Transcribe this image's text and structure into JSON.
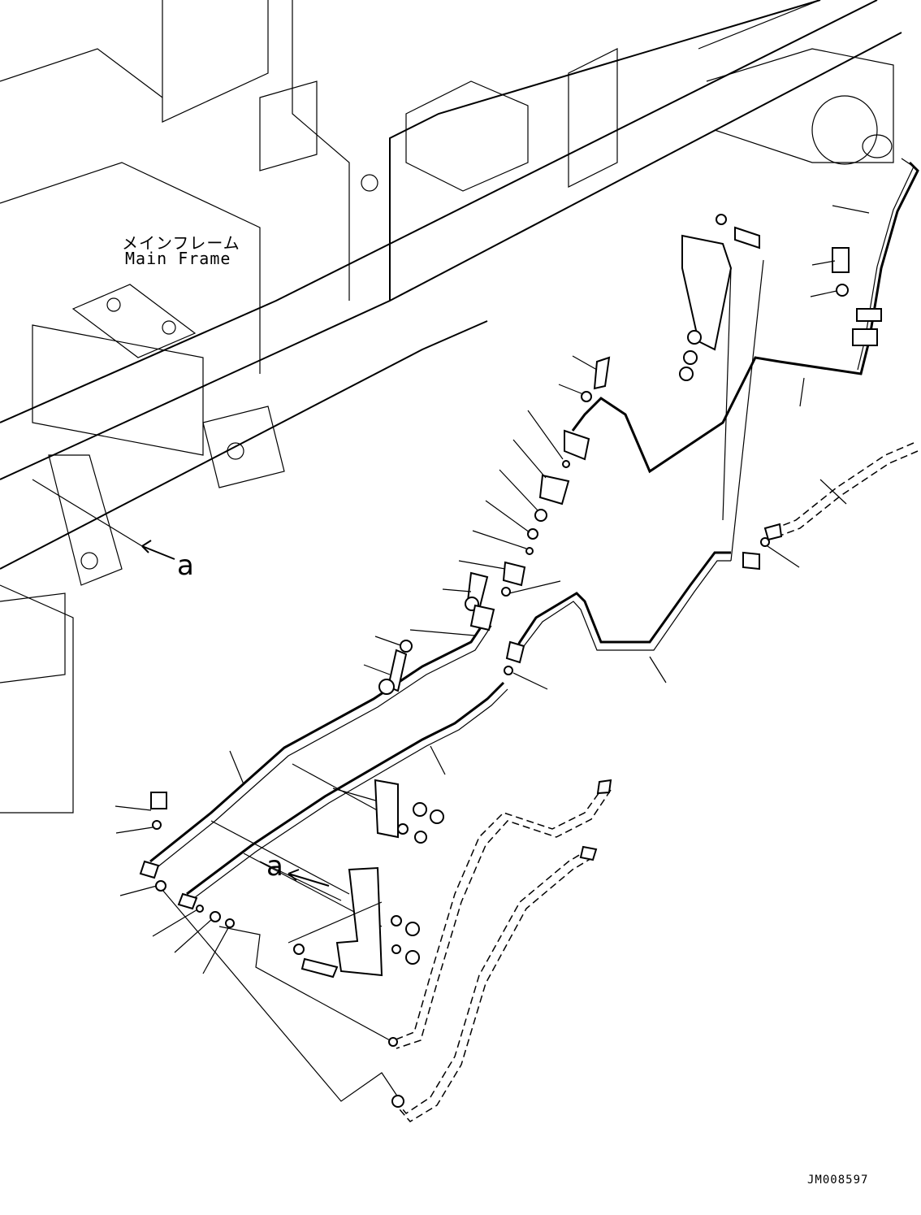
{
  "labels": {
    "frame_jp": "メインフレーム",
    "frame_en": "Main Frame",
    "view_callout_1": "a",
    "view_callout_2": "a",
    "drawing_code": "JM008597"
  },
  "colors": {
    "line": "#000000",
    "background": "#ffffff"
  }
}
